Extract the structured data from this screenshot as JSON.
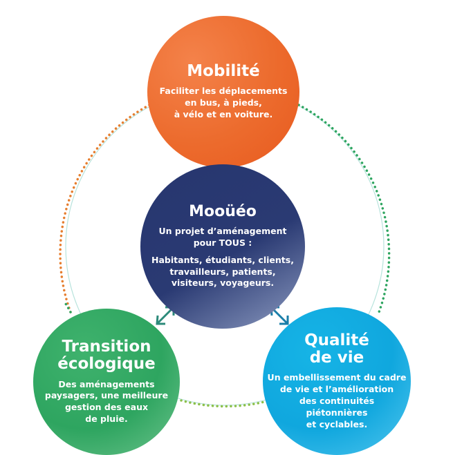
{
  "center": {
    "title": "Mooüéo",
    "intro_lines": [
      "Un projet d’aménagement",
      "pour TOUS :"
    ],
    "audience_lines": [
      "Habitants, étudiants, clients,",
      "travailleurs, patients,",
      "visiteurs, voyageurs."
    ],
    "color": "#27366f"
  },
  "mobilite": {
    "title": "Mobilité",
    "lines": [
      "Faciliter les déplacements",
      "en bus, à pieds,",
      "à vélo et en voiture."
    ],
    "color": "#ec6b2d"
  },
  "transition": {
    "title_lines": [
      "Transition",
      "écologique"
    ],
    "lines": [
      "Des aménagements",
      "paysagers, une meilleure",
      "gestion des eaux",
      "de pluie."
    ],
    "color": "#2ea560"
  },
  "qualite": {
    "title_lines": [
      "Qualité",
      "de vie"
    ],
    "lines": [
      "Un embellissement du cadre",
      "de vie et l’amélioration",
      "des continuités",
      "piétonnières",
      "et cyclables."
    ],
    "color": "#10a7de"
  }
}
